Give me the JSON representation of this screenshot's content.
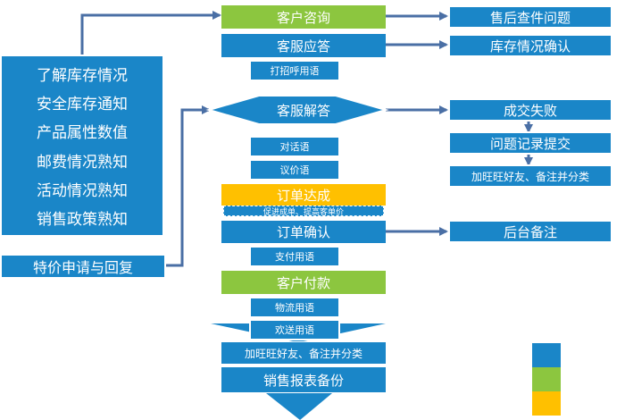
{
  "flow": {
    "kehu_zixun": "客户咨询",
    "kefu_yingda": "客服应答",
    "dazhaohu": "打招呼用语",
    "kefu_jieda": "客服解答",
    "duihua": "对话语",
    "yijia": "议价语",
    "dingdan_dacheng": "订单达成",
    "dacheng_sub": "促进成单、提高客单价",
    "dingdan_queren": "订单确认",
    "zhifu": "支付用语",
    "kehu_fukuan": "客户付款",
    "wuliu": "物流用语",
    "huansong": "欢送用语",
    "jiahaoyou": "加旺旺好友、备注并分类",
    "xiaoshou_baobiao": "销售报表备份"
  },
  "right": {
    "shouhou": "售后查件问题",
    "kucun_queren": "库存情况确认",
    "chengjiao_shibai": "成交失败",
    "wenti_jilu": "问题记录提交",
    "jiahaoyou": "加旺旺好友、备注并分类",
    "houtai_beizhu": "后台备注"
  },
  "left": {
    "items": [
      "了解库存情况",
      "安全库存通知",
      "产品属性数值",
      "邮费情况熟知",
      "活动情况熟知",
      "销售政策熟知"
    ],
    "tejia": "特价申请与回复"
  },
  "colors": {
    "blue": "#1a86c8",
    "green": "#8cc63f",
    "yellow": "#ffc000",
    "arrow": "#4a6fa5"
  }
}
